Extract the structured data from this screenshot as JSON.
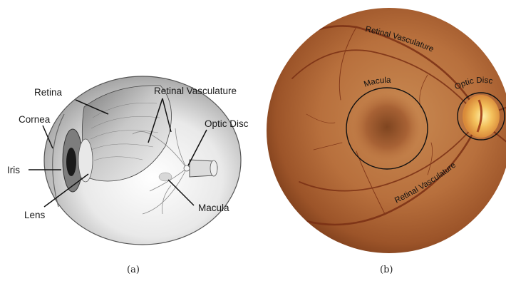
{
  "panel_a": {
    "caption": "(a)",
    "labels": {
      "retina": "Retina",
      "retinal_vasculature": "Retinal Vasculature",
      "cornea": "Cornea",
      "optic_disc": "Optic Disc",
      "iris": "Iris",
      "lens": "Lens",
      "macula": "Macula"
    }
  },
  "panel_b": {
    "caption": "(b)",
    "labels": {
      "retinal_vasculature_top": "Retinal Vasculature",
      "macula": "Macula",
      "optic_disc": "Optic Disc",
      "retinal_vasculature_bottom": "Retinal Vasculature"
    }
  }
}
